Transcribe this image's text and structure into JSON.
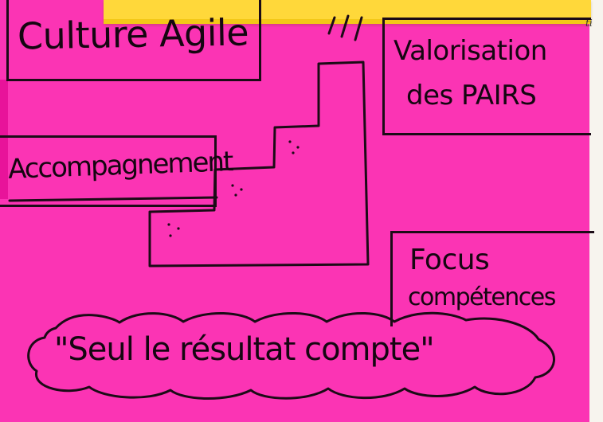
{
  "image": {
    "colors": {
      "note": "#fb34b4",
      "tape": "#ffd83a",
      "ink": "#1b0b16",
      "background": "#f7f4ee"
    }
  },
  "labels": {
    "culture": "Culture Agile",
    "valorisation_line1": "Valorisation",
    "valorisation_line2": "des PAIRS",
    "accompagnement": "Accompagnement",
    "focus_line1": "Focus",
    "focus_line2": "compétences",
    "quote": "\"Seul le résultat compte\"",
    "paper_scrap": "ti"
  },
  "icons": {
    "sparkle_marks": "sparkle-lines-icon",
    "staircase": "staircase-icon",
    "cloud": "cloud-bubble-icon"
  }
}
